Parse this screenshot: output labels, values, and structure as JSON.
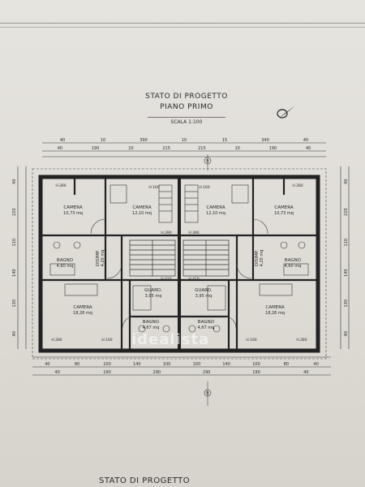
{
  "title": {
    "line1": "STATO DI PROGETTO",
    "line2": "PIANO PRIMO",
    "scale": "SCALA 1:100"
  },
  "bottom_title": "STATO DI PROGETTO",
  "watermark": "idealista",
  "grid_marks": {
    "top": "B",
    "bottom": "B"
  },
  "dimensions": {
    "top_row1": [
      "40",
      "10",
      "390",
      "10",
      "15",
      "340",
      "40"
    ],
    "top_row2": [
      "40",
      "190",
      "10",
      "215",
      "215",
      "10",
      "190",
      "40"
    ],
    "bottom_row1": [
      "40",
      "80",
      "100",
      "140",
      "100",
      "100",
      "140",
      "100",
      "80",
      "40"
    ],
    "bottom_row2": [
      "40",
      "190",
      "290",
      "290",
      "190",
      "40"
    ],
    "left_side": [
      "40",
      "220",
      "110",
      "140",
      "130",
      "40"
    ],
    "right_side": [
      "40",
      "220",
      "110",
      "140",
      "130",
      "40"
    ]
  },
  "rooms": [
    {
      "name": "CAMERA",
      "area": "10,73 mq"
    },
    {
      "name": "CAMERA",
      "area": "12,10 mq"
    },
    {
      "name": "CAMERA",
      "area": "12,10 mq"
    },
    {
      "name": "CAMERA",
      "area": "10,73 mq"
    },
    {
      "name": "BAGNO",
      "area": "4,60 mq"
    },
    {
      "name": "DISIMP.",
      "area": "4,20 mq"
    },
    {
      "name": "DISIMP.",
      "area": "4,20 mq"
    },
    {
      "name": "BAGNO",
      "area": "4,60 mq"
    },
    {
      "name": "CAMERA",
      "area": "18,26 mq"
    },
    {
      "name": "GUARD.",
      "area": "3,95 mq"
    },
    {
      "name": "GUARD.",
      "area": "3,95 mq"
    },
    {
      "name": "CAMERA",
      "area": "18,26 mq"
    },
    {
      "name": "BAGNO",
      "area": "4,67 mq"
    },
    {
      "name": "BAGNO",
      "area": "4,67 mq"
    }
  ],
  "heights": [
    "H.280",
    "H.100",
    "H.390",
    "H.390",
    "H.100",
    "H.280",
    "H.410",
    "H.410",
    "H.280",
    "H.100",
    "H.100",
    "H.280"
  ]
}
